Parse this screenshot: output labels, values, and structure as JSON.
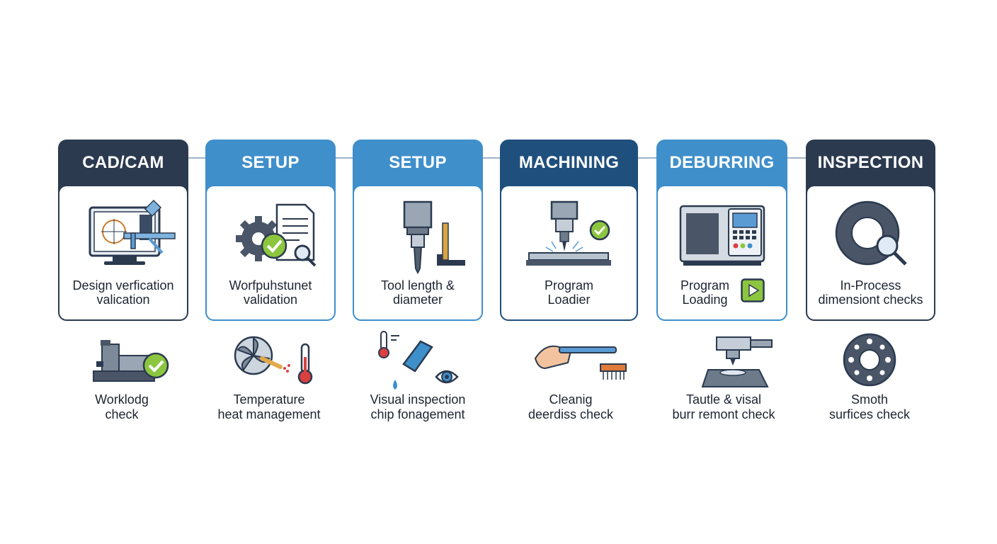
{
  "colors": {
    "dark": "#2b3a4f",
    "blue": "#3f8fcb",
    "navy": "#1f4f7d",
    "green": "#8cc63f",
    "line": "#9fb4c8"
  },
  "stages": [
    {
      "title": "CAD/CAM",
      "caption_1": "Design verfication",
      "caption_2": "valication",
      "icon": "computer-caliper-icon"
    },
    {
      "title": "SETUP",
      "caption_1": "Worfpuhstunet",
      "caption_2": "validation",
      "icon": "gear-document-icon"
    },
    {
      "title": "SETUP",
      "caption_1": "Tool length &",
      "caption_2": "diameter",
      "icon": "tool-holder-icon"
    },
    {
      "title": "MACHINING",
      "caption_1": "Program",
      "caption_2": "Loadier",
      "icon": "spindle-cutting-icon"
    },
    {
      "title": "DEBURRING",
      "caption_1": "Program",
      "caption_2": "Loading",
      "icon": "cnc-machine-icon"
    },
    {
      "title": "INSPECTION",
      "caption_1": "In-Process",
      "caption_2": "dimensiont checks",
      "icon": "ring-magnifier-icon"
    }
  ],
  "checks": [
    {
      "caption_1": "Worklodg",
      "caption_2": "check",
      "icon": "vise-check-icon"
    },
    {
      "caption_1": "Temperature",
      "caption_2": "heat management",
      "icon": "fan-thermometer-icon"
    },
    {
      "caption_1": "Visual inspection",
      "caption_2": "chip fonagement",
      "icon": "eye-chip-icon"
    },
    {
      "caption_1": "Cleanig",
      "caption_2": "deerdiss check",
      "icon": "hand-brush-icon"
    },
    {
      "caption_1": "Tautle & visal",
      "caption_2": "burr remont check",
      "icon": "deburr-tool-icon"
    },
    {
      "caption_1": "Smoth",
      "caption_2": "surfices check",
      "icon": "flange-ring-icon"
    }
  ]
}
